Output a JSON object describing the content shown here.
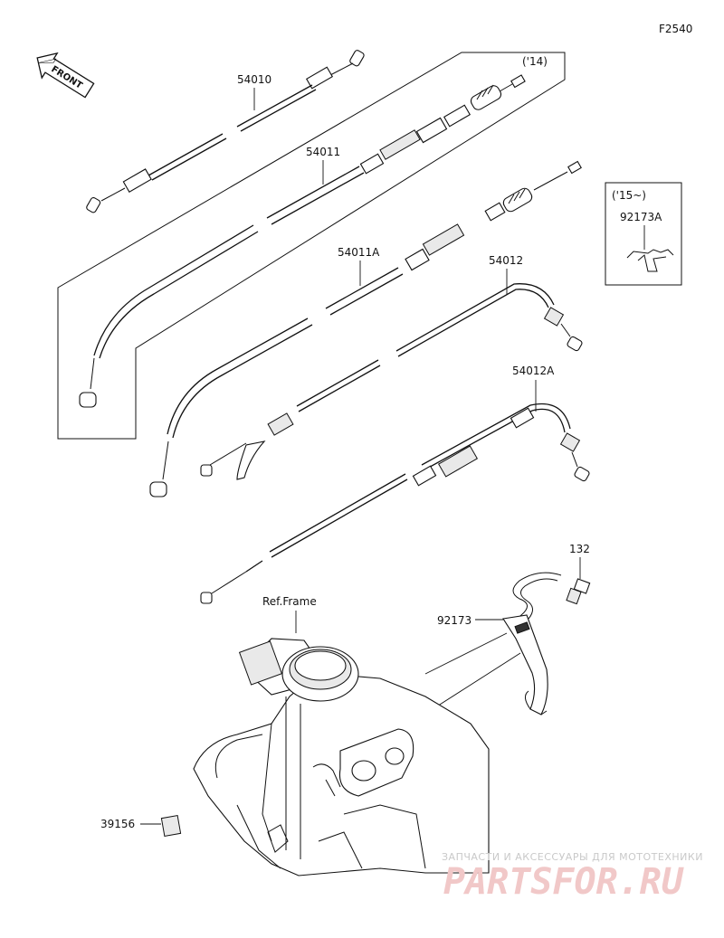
{
  "diagram": {
    "code": "F2540",
    "front_label": "FRONT",
    "variant_14": "('14)",
    "variant_15": "('15~)",
    "ref_frame": "Ref.Frame",
    "parts": [
      {
        "number": "54010"
      },
      {
        "number": "54011"
      },
      {
        "number": "54011A"
      },
      {
        "number": "54012"
      },
      {
        "number": "54012A"
      },
      {
        "number": "92173A"
      },
      {
        "number": "132"
      },
      {
        "number": "92173"
      },
      {
        "number": "39156"
      }
    ]
  },
  "watermark": {
    "tagline": "ЗАПЧАСТИ И АКСЕССУАРЫ ДЛЯ МОТОТЕХНИКИ",
    "logo": "PARTSFOR.RU"
  }
}
